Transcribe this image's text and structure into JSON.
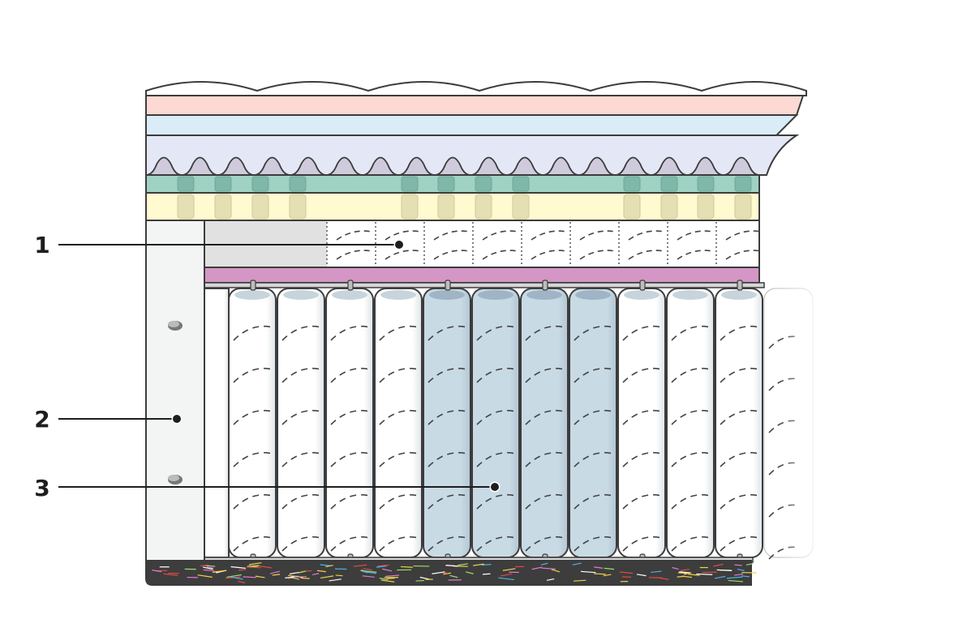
{
  "diagram": {
    "callouts": [
      {
        "id": "1",
        "label": "1"
      },
      {
        "id": "2",
        "label": "2"
      },
      {
        "id": "3",
        "label": "3"
      }
    ],
    "colors": {
      "outline": "#3c3c3c",
      "top_cover": "#ffffff",
      "pink_layer": "#fcd9d3",
      "light_blue_layer": "#d9ecf8",
      "lavender_layer": "#e4e8f6",
      "egg_crate": "#cfcbdc",
      "green_layer": "#a0d2c4",
      "green_block": "#7fb8a8",
      "yellow_layer": "#fffacf",
      "yellow_block": "#e5e0b4",
      "grey_zone": "#e1e1e1",
      "magenta_layer": "#d496c4",
      "spring_white": "#ffffff",
      "spring_blue": "#c8dae4",
      "spring_cap": "#c7d4dc",
      "spring_cap_blue": "#9fb4c4",
      "edge_support": "#f3f4f4",
      "base_fabric": "#3d3d3d"
    }
  }
}
